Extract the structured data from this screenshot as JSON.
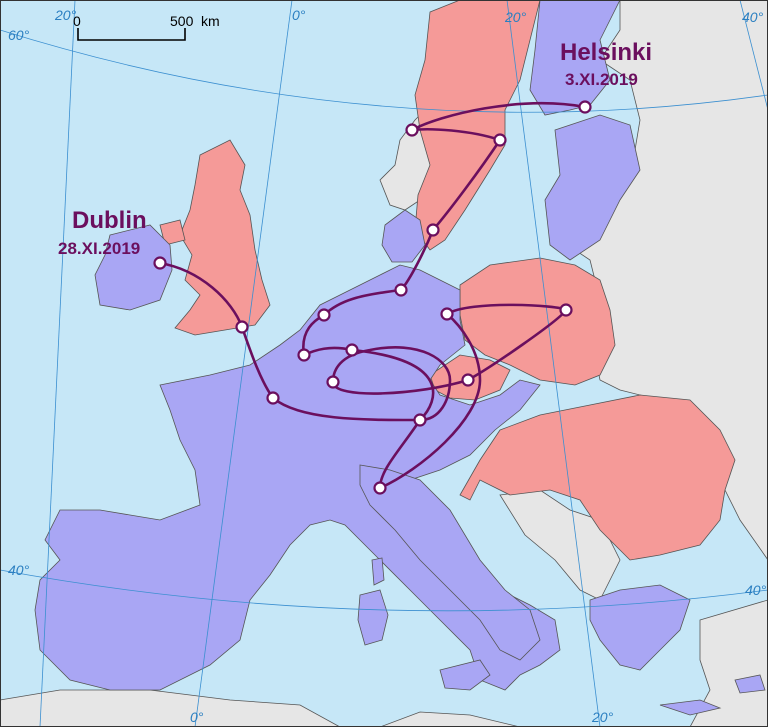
{
  "colors": {
    "sea": "#c6e7f7",
    "highlight": "#f59a98",
    "route_country": "#a9a6f4",
    "other": "#e6e6e6",
    "route": "#6b0f5e"
  },
  "scale": {
    "start": "0",
    "end": "500",
    "unit": "km"
  },
  "graticule": {
    "lon_top": [
      "20°",
      "0°",
      "20°",
      "40°"
    ],
    "lon_bottom": [
      "0°",
      "20°"
    ],
    "lat_left": [
      "60°",
      "40°"
    ],
    "lat_right": [
      "40°"
    ]
  },
  "cities": {
    "start": {
      "name": "Dublin",
      "date": "28.XI.2019"
    },
    "end": {
      "name": "Helsinki",
      "date": "3.XI.2019"
    }
  }
}
